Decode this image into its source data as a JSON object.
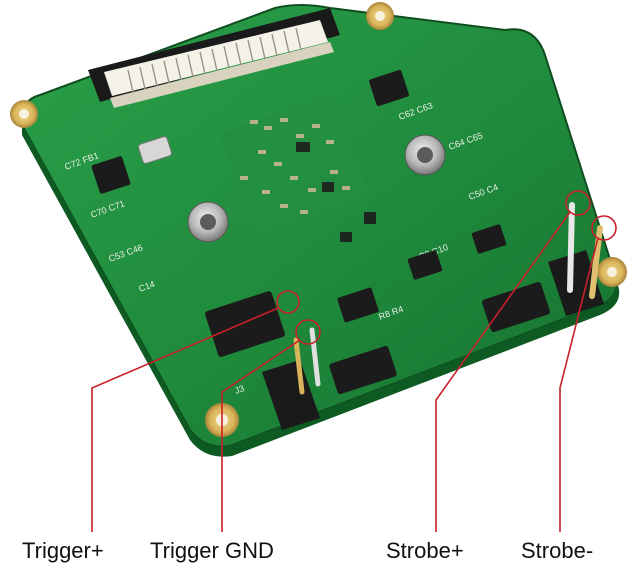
{
  "labels": {
    "trigger_plus": "Trigger+",
    "trigger_gnd": "Trigger GND",
    "strobe_plus": "Strobe+",
    "strobe_minus": "Strobe-"
  },
  "colors": {
    "pcb_green": "#1f8a3c",
    "pcb_green_light": "#2aa04a",
    "gold_pad": "#d9b45a",
    "callout_red": "#c8202a",
    "header_black": "#1a1a1a",
    "silkscreen": "#e8efe6"
  }
}
